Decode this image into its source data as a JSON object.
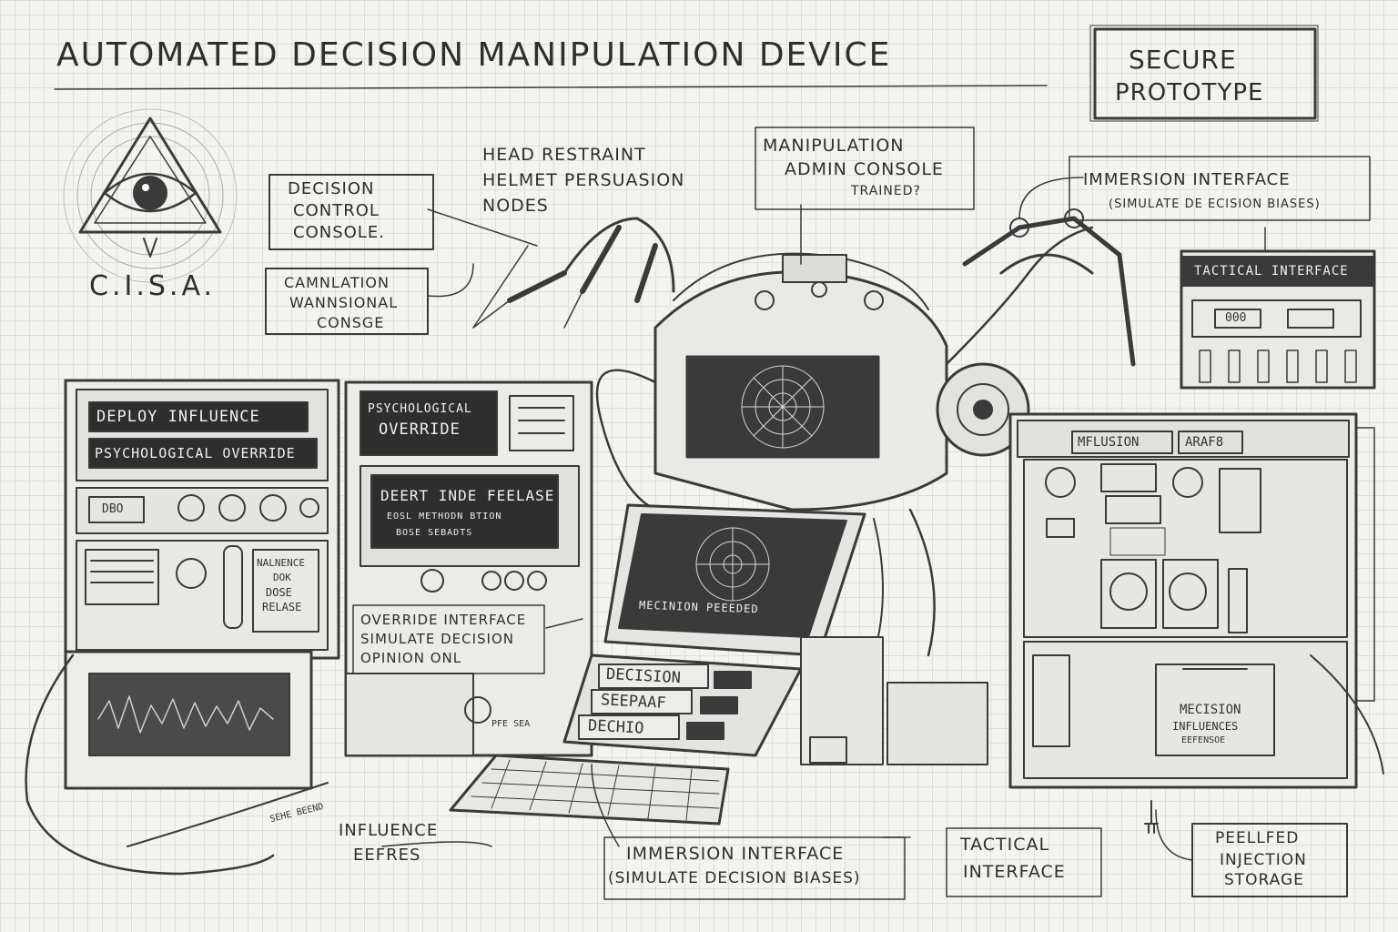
{
  "title": "AUTOMATED DECISION MANIPULATION DEVICE",
  "stamp": {
    "line1": "SECURE",
    "line2": "PROTOTYPE"
  },
  "logo": {
    "text": "C.I.S.A."
  },
  "callouts": {
    "decision_control": [
      "DECISION",
      "CONTROL",
      "CONSOLE."
    ],
    "camnlation": [
      "CAMNLATION",
      "WANNSIONAL",
      "CONSGE"
    ],
    "head_restraint": [
      "HEAD RESTRAINT",
      "HELMET PERSUASION",
      "NODES"
    ],
    "manipulation_admin": [
      "MANIPULATION",
      "ADMIN CONSOLE",
      "TRAINED?"
    ],
    "immersion_top": [
      "IMMERSION INTERFACE",
      "(SIMULATE DE ECISION BIASES)"
    ],
    "override_interface": [
      "OVERRIDE INTERFACE",
      "SIMULATE DECISION",
      "OPINION ONL"
    ],
    "influence_eefres": [
      "INFLUENCE",
      "EEFRES"
    ],
    "immersion_bottom": [
      "IMMERSION INTERFACE",
      "(SIMULATE DECISION BIASES)"
    ],
    "tactical_bottom": [
      "TACTICAL",
      "INTERFACE"
    ],
    "peellfed": [
      "PEELLFED",
      "INJECTION",
      "STORAGE"
    ]
  },
  "left_rack": {
    "screen1": "DEPLOY INFLUENCE",
    "screen2": "PSYCHOLOGICAL OVERRIDE",
    "small_label": "DBO",
    "side_panel": [
      "NALNENCE",
      "DOK",
      "DOSE",
      "RELASE"
    ]
  },
  "mid_rack": {
    "screen_top": [
      "PSYCHOLOGICAL",
      "OVERRIDE"
    ],
    "screen_main": "DEERT INDE FEELASE",
    "screen_sub1": "EOSL METHODN BTION",
    "screen_sub2": "BOSE SEBADTS"
  },
  "console": {
    "screen_text": "MECINION PEEEDED",
    "key1": "DECISION",
    "key2": "SEEPAAF",
    "key3": "DECHIO"
  },
  "right_cabinet": {
    "tactical_header": "TACTICAL INTERFACE",
    "tactical_readout": "000",
    "top_label1": "MFLUSION",
    "top_label2": "ARAF8",
    "drawer_label": [
      "MECISION",
      "INFLUENCES",
      "EEFENSOE"
    ]
  },
  "small_tags": {
    "tag1": "SEHE BEEND",
    "tag2": "PFE SEA"
  }
}
